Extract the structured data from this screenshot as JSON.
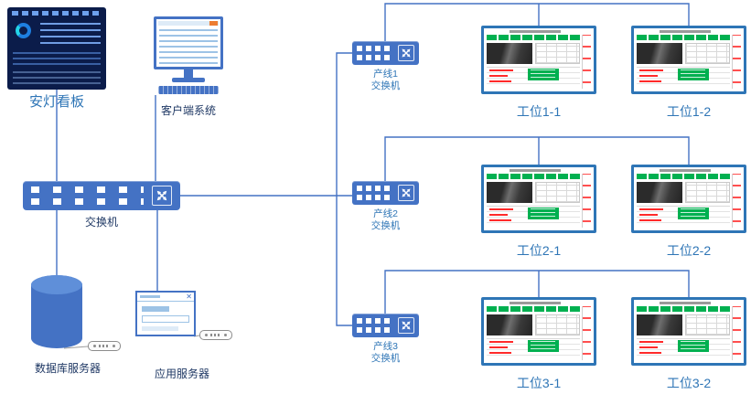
{
  "nodes": {
    "andon_board": {
      "label": "安灯看板"
    },
    "client_system": {
      "label": "客户端系统"
    },
    "main_switch": {
      "label": "交换机"
    },
    "database_server": {
      "label": "数据库服务器"
    },
    "application_server": {
      "label": "应用服务器"
    }
  },
  "line_switches": [
    {
      "name": "产线1",
      "type": "交换机"
    },
    {
      "name": "产线2",
      "type": "交换机"
    },
    {
      "name": "产线3",
      "type": "交换机"
    }
  ],
  "stations": [
    {
      "label": "工位1-1"
    },
    {
      "label": "工位1-2"
    },
    {
      "label": "工位2-1"
    },
    {
      "label": "工位2-2"
    },
    {
      "label": "工位3-1"
    },
    {
      "label": "工位3-2"
    }
  ],
  "icons": {
    "close": "✕"
  },
  "colors": {
    "accent_blue": "#4472C4",
    "monitor_border": "#2E75B6",
    "label_blue": "#2E75B6",
    "label_dark": "#1F3864",
    "dashboard_bg": "#0B1C4A",
    "green": "#00B050",
    "red": "#FF2A2A",
    "light_blue": "#9DC3E6",
    "pale_blue": "#DEEBF7",
    "orange": "#ED7D31",
    "device_gray": "#8C8C8C"
  }
}
